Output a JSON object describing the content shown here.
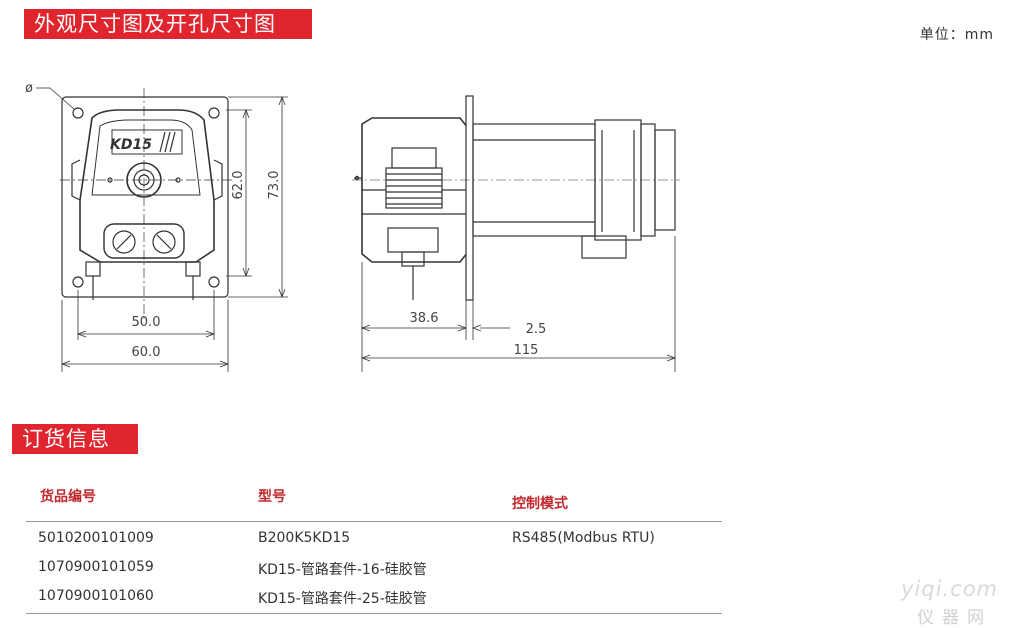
{
  "sections": {
    "dimensions_title": "外观尺寸图及开孔尺寸图",
    "unit": "单位：mm",
    "ordering_title": "订货信息"
  },
  "drawing": {
    "front_logo": "KD15",
    "diameter_symbol": "ø",
    "dims": {
      "inner_height": "62.0",
      "outer_height": "73.0",
      "hole_width": "50.0",
      "plate_width": "60.0",
      "pump_depth": "38.6",
      "plate_thickness": "2.5",
      "total_length": "115"
    }
  },
  "table": {
    "headers": [
      "货品编号",
      "型号",
      "控制模式"
    ],
    "rows": [
      [
        "5010200101009",
        "B200K5KD15",
        "RS485(Modbus RTU)"
      ],
      [
        "1070900101059",
        "KD15-管路套件-16-硅胶管",
        ""
      ],
      [
        "1070900101060",
        "KD15-管路套件-25-硅胶管",
        ""
      ]
    ]
  },
  "watermark": {
    "line1": "yiqi.com",
    "line2": "仪器网"
  },
  "colors": {
    "accent": "#e0252e",
    "header_text": "#c0282e"
  }
}
